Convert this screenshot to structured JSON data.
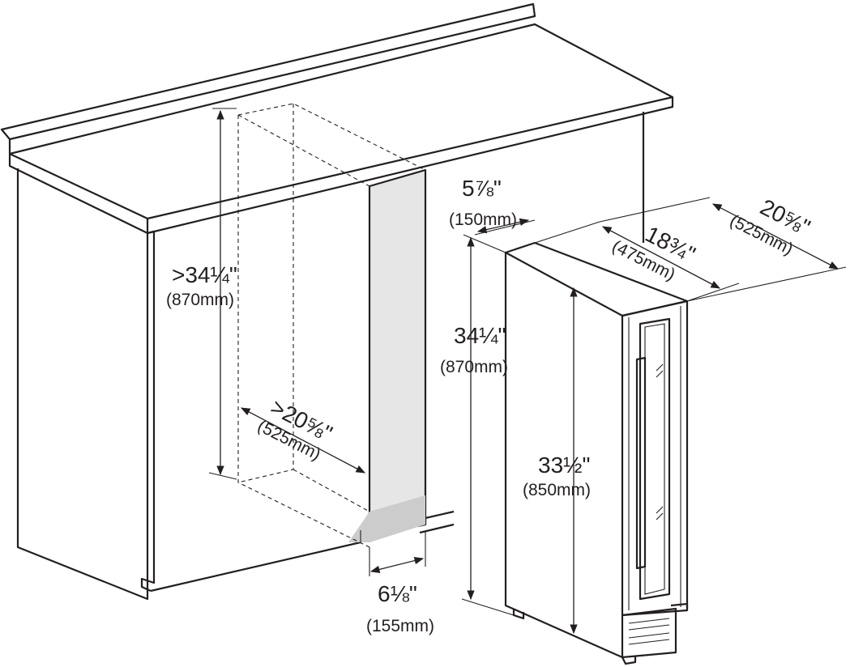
{
  "colors": {
    "line": "#231f20",
    "shade": "#e6e6e6",
    "shade_dark": "#cccccc"
  },
  "cabinet": {
    "height": {
      "value": ">34¼\"",
      "mm": "(870mm)"
    },
    "depth": {
      "value": ">20⅝\"",
      "mm": "(525mm)"
    },
    "width": {
      "value": "6⅛\"",
      "mm": "(155mm)"
    }
  },
  "appliance": {
    "overall_height": {
      "value": "34¼\"",
      "mm": "(870mm)"
    },
    "body_height": {
      "value": "33½\"",
      "mm": "(850mm)"
    },
    "width": {
      "value": "5⅞\"",
      "mm": "(150mm)"
    },
    "body_depth": {
      "value": "18¾\"",
      "mm": "(475mm)"
    },
    "overall_depth": {
      "value": "20⅝\"",
      "mm": "(525mm)"
    }
  }
}
